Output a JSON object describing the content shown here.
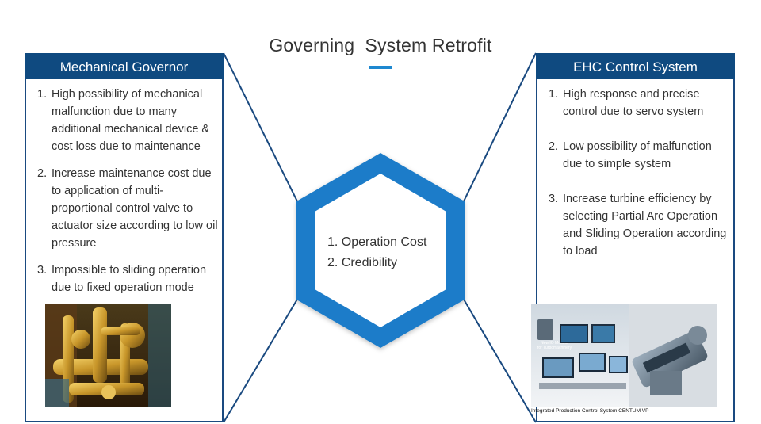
{
  "title": "Governing  System Retrofit",
  "left_panel": {
    "header": "Mechanical Governor",
    "items": [
      {
        "num": "1.",
        "text": "High possibility of mechanical malfunction due to many additional mechanical device  & cost loss due to maintenance"
      },
      {
        "num": "2.",
        "text": "Increase maintenance cost due to application of multi-proportional control valve to actuator size according to low  oil pressure"
      },
      {
        "num": "3.",
        "text": "Impossible to sliding operation due to fixed operation mode"
      }
    ]
  },
  "right_panel": {
    "header": "EHC Control System",
    "items": [
      {
        "num": "1.",
        "text": "High response and precise control due to servo system"
      },
      {
        "num": "2.",
        "text": "Low possibility of malfunction due to simple system"
      },
      {
        "num": "3.",
        "text": "Increase turbine efficiency by selecting Partial Arc Operation and Sliding Operation according to load"
      }
    ],
    "image_caption": "Integrated Production Control System  CENTUM VP",
    "image_labels": {
      "module": "New IO Module",
      "module2": "for Turbomachinery"
    }
  },
  "center": {
    "items": [
      "1. Operation Cost",
      "2. Credibility"
    ]
  },
  "colors": {
    "header_bg": "#0f4a80",
    "border": "#1a4a80",
    "hexagon": "#1a7bc9",
    "accent": "#1e88d0"
  }
}
